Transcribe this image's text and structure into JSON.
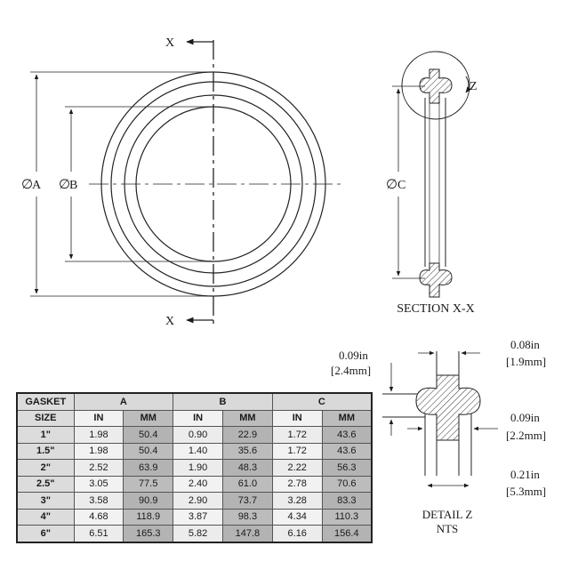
{
  "front_view": {
    "label_a": "A",
    "label_b": "B",
    "section_top": "X",
    "section_bottom": "X"
  },
  "section_view": {
    "label_c": "C",
    "detail_marker": "Z",
    "caption": "SECTION X-X"
  },
  "detail_view": {
    "dim_top_left_in": "0.09in",
    "dim_top_left_mm": "[2.4mm]",
    "dim_top_right_in": "0.08in",
    "dim_top_right_mm": "[1.9mm]",
    "dim_mid_right_in": "0.09in",
    "dim_mid_right_mm": "[2.2mm]",
    "dim_bottom_in": "0.21in",
    "dim_bottom_mm": "[5.3mm]",
    "caption_line1": "DETAIL Z",
    "caption_line2": "NTS"
  },
  "table": {
    "header_gasket": "GASKET",
    "header_size": "SIZE",
    "group_a": "A",
    "group_b": "B",
    "group_c": "C",
    "unit_in": "IN",
    "unit_mm": "MM",
    "rows": [
      {
        "size": "1\"",
        "a_in": "1.98",
        "a_mm": "50.4",
        "b_in": "0.90",
        "b_mm": "22.9",
        "c_in": "1.72",
        "c_mm": "43.6"
      },
      {
        "size": "1.5\"",
        "a_in": "1.98",
        "a_mm": "50.4",
        "b_in": "1.40",
        "b_mm": "35.6",
        "c_in": "1.72",
        "c_mm": "43.6"
      },
      {
        "size": "2\"",
        "a_in": "2.52",
        "a_mm": "63.9",
        "b_in": "1.90",
        "b_mm": "48.3",
        "c_in": "2.22",
        "c_mm": "56.3"
      },
      {
        "size": "2.5\"",
        "a_in": "3.05",
        "a_mm": "77.5",
        "b_in": "2.40",
        "b_mm": "61.0",
        "c_in": "2.78",
        "c_mm": "70.6"
      },
      {
        "size": "3\"",
        "a_in": "3.58",
        "a_mm": "90.9",
        "b_in": "2.90",
        "b_mm": "73.7",
        "c_in": "3.28",
        "c_mm": "83.3"
      },
      {
        "size": "4\"",
        "a_in": "4.68",
        "a_mm": "118.9",
        "b_in": "3.87",
        "b_mm": "98.3",
        "c_in": "4.34",
        "c_mm": "110.3"
      },
      {
        "size": "6\"",
        "a_in": "6.51",
        "a_mm": "165.3",
        "b_in": "5.82",
        "b_mm": "147.8",
        "c_in": "6.16",
        "c_mm": "156.4"
      }
    ]
  }
}
